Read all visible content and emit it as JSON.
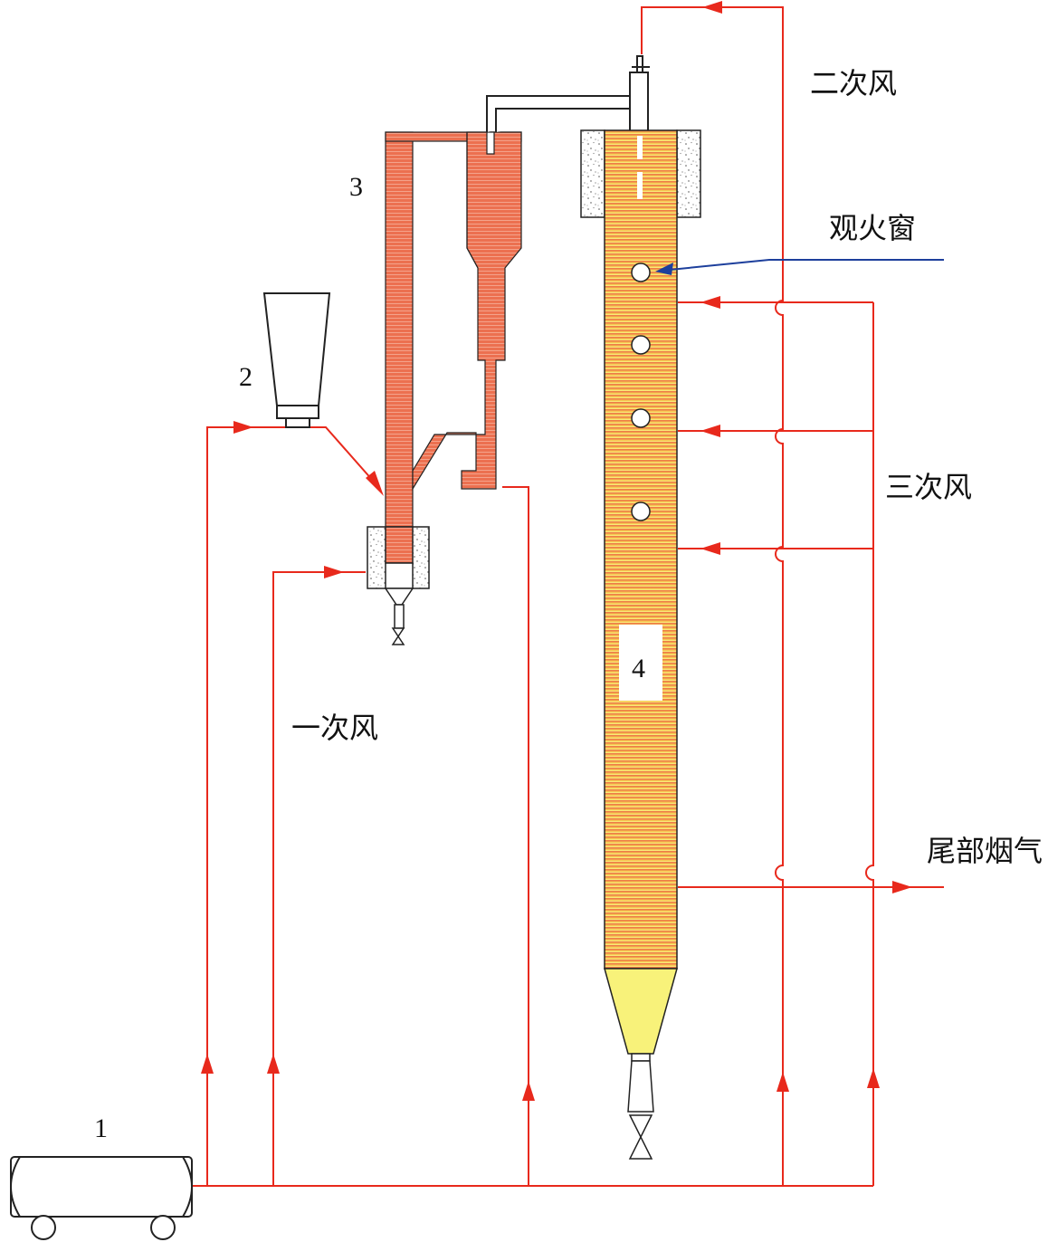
{
  "labels": {
    "secondary_air": "二次风",
    "sight_window": "观火窗",
    "tertiary_air": "三次风",
    "tail_flue_gas": "尾部烟气",
    "primary_air": "一次风"
  },
  "numbers": {
    "blower": "1",
    "hopper": "2",
    "riser_loop": "3",
    "furnace": "4"
  },
  "colors": {
    "air_line": "#e8291c",
    "refractory": "#ec7050",
    "furnace_top": "#ec6a46",
    "furnace_bottom": "#f8ee5a",
    "probe_line": "#1d3f9c"
  }
}
